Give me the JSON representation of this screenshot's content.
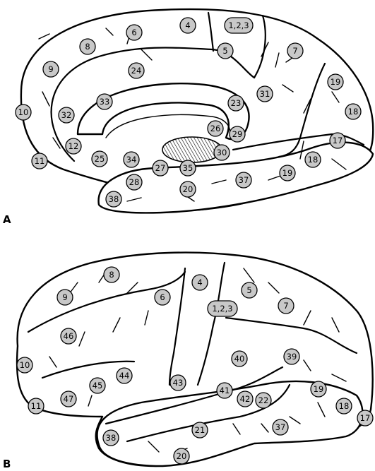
{
  "panels": [
    {
      "letter": "A",
      "areas": [
        "4",
        "6",
        "1,2,3",
        "8",
        "5",
        "7",
        "9",
        "24",
        "31",
        "19",
        "10",
        "32",
        "33",
        "23",
        "18",
        "26",
        "29",
        "12",
        "17",
        "30",
        "11",
        "25",
        "34",
        "18",
        "27",
        "35",
        "28",
        "37",
        "19",
        "20",
        "38"
      ]
    },
    {
      "letter": "B",
      "areas": [
        "8",
        "4",
        "9",
        "6",
        "5",
        "1,2,3",
        "7",
        "46",
        "40",
        "39",
        "10",
        "44",
        "45",
        "43",
        "41",
        "42",
        "22",
        "19",
        "47",
        "18",
        "11",
        "17",
        "21",
        "38",
        "37",
        "20"
      ]
    }
  ]
}
